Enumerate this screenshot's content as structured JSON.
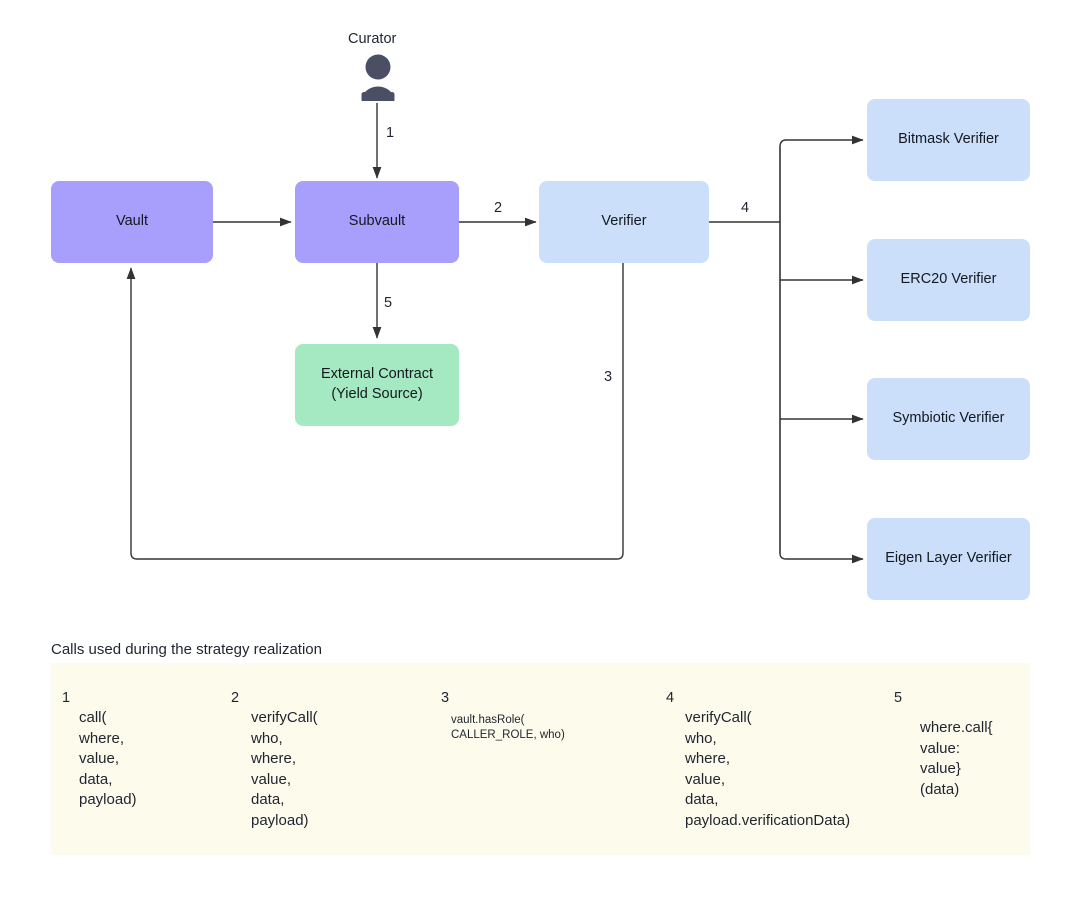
{
  "diagram": {
    "actor": {
      "label": "Curator",
      "icon": "person-icon"
    },
    "nodes": [
      {
        "id": "vault",
        "label": "Vault",
        "color": "#a89ffc"
      },
      {
        "id": "subvault",
        "label": "Subvault",
        "color": "#a89ffc"
      },
      {
        "id": "verifier",
        "label": "Verifier",
        "color": "#cbdffb"
      },
      {
        "id": "external",
        "label": "External Contract\n(Yield Source)",
        "line1": "External Contract",
        "line2": "(Yield Source)",
        "color": "#a5e9c2"
      },
      {
        "id": "bitmask",
        "label": "Bitmask Verifier",
        "color": "#cbdffb"
      },
      {
        "id": "erc20",
        "label": "ERC20 Verifier",
        "color": "#cbdffb"
      },
      {
        "id": "symbiotic",
        "label": "Symbiotic Verifier",
        "color": "#cbdffb"
      },
      {
        "id": "eigen",
        "label": "Eigen Layer Verifier",
        "color": "#cbdffb"
      }
    ],
    "edge_labels": [
      {
        "id": "e1",
        "text": "1"
      },
      {
        "id": "e2",
        "text": "2"
      },
      {
        "id": "e3",
        "text": "3"
      },
      {
        "id": "e4",
        "text": "4"
      },
      {
        "id": "e5",
        "text": "5"
      }
    ],
    "edge_color": "#333333"
  },
  "legend": {
    "title": "Calls used during the strategy realization",
    "background": "#fdfbec",
    "items": [
      {
        "num": "1",
        "code": "call(\nwhere,\nvalue,\ndata,\npayload)",
        "small": false
      },
      {
        "num": "2",
        "code": "verifyCall(\nwho,\nwhere,\nvalue,\ndata,\npayload)",
        "small": false
      },
      {
        "num": "3",
        "code": "vault.hasRole(\nCALLER_ROLE, who)",
        "small": true
      },
      {
        "num": "4",
        "code": "verifyCall(\nwho,\nwhere,\nvalue,\ndata,\npayload.verificationData)",
        "small": false
      },
      {
        "num": "5",
        "code": "where.call{\nvalue:\nvalue}\n(data)",
        "small": false
      }
    ]
  }
}
